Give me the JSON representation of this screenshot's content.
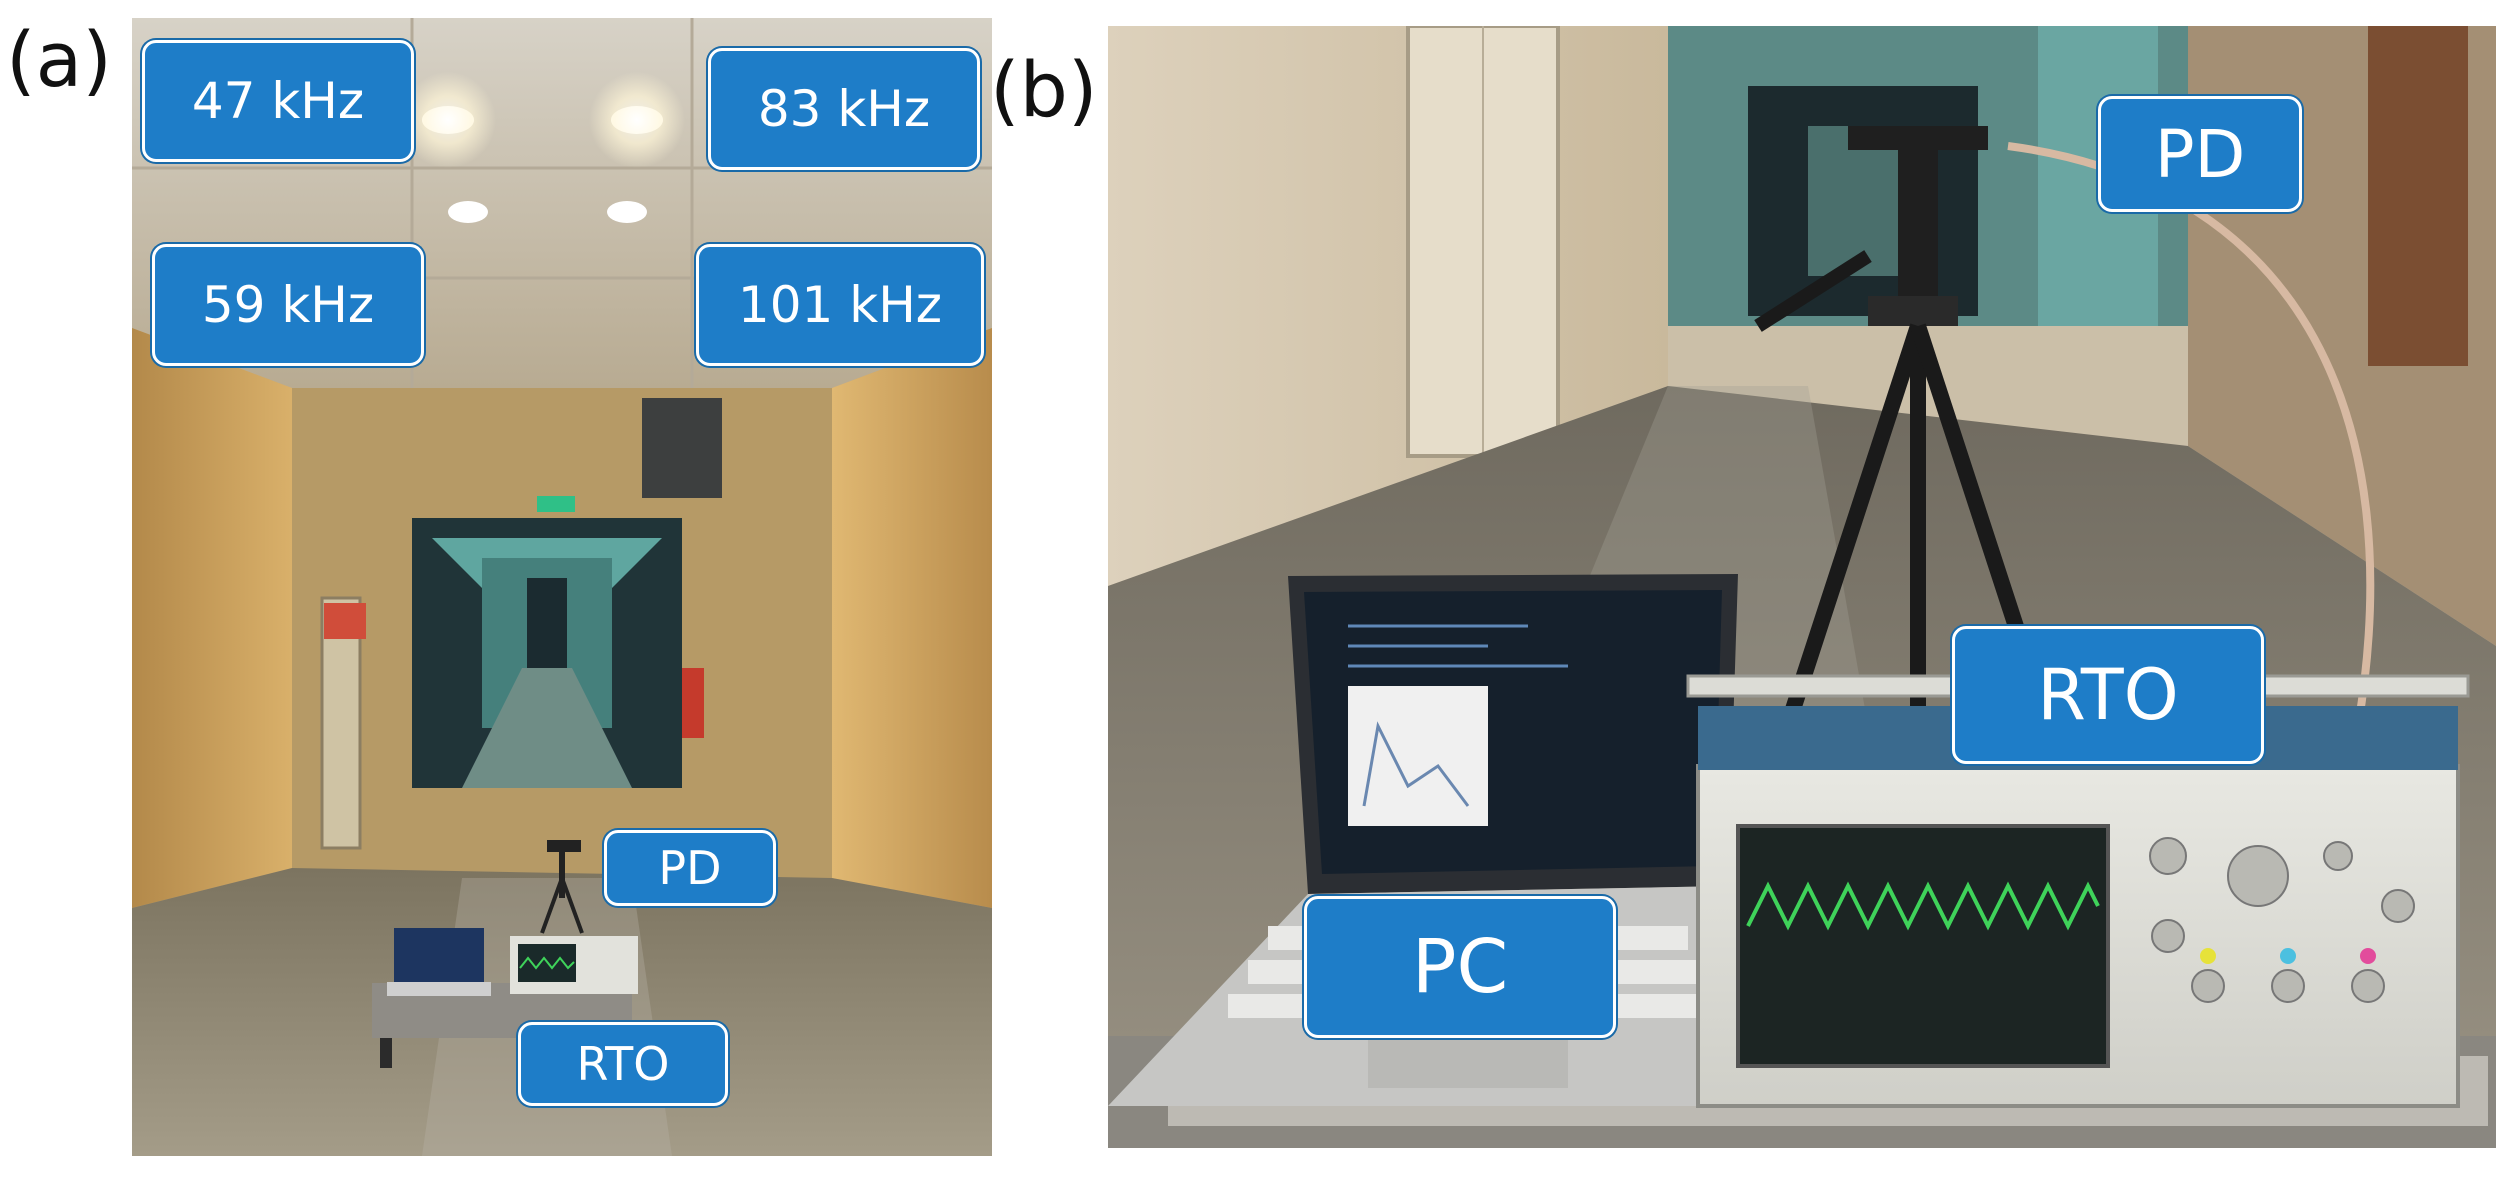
{
  "panels": {
    "a": {
      "letter": "(a)"
    },
    "b": {
      "letter": "(b)"
    }
  },
  "labels_a": {
    "f47": "47 kHz",
    "f83": "83 kHz",
    "f59": "59 kHz",
    "f101": "101 kHz",
    "pd": "PD",
    "rto": "RTO"
  },
  "labels_b": {
    "pd": "PD",
    "rto": "RTO",
    "pc": "PC"
  },
  "colors": {
    "label_fill": "#1e7dc8",
    "label_text": "#ffffff",
    "wave": "#3fd35a"
  }
}
